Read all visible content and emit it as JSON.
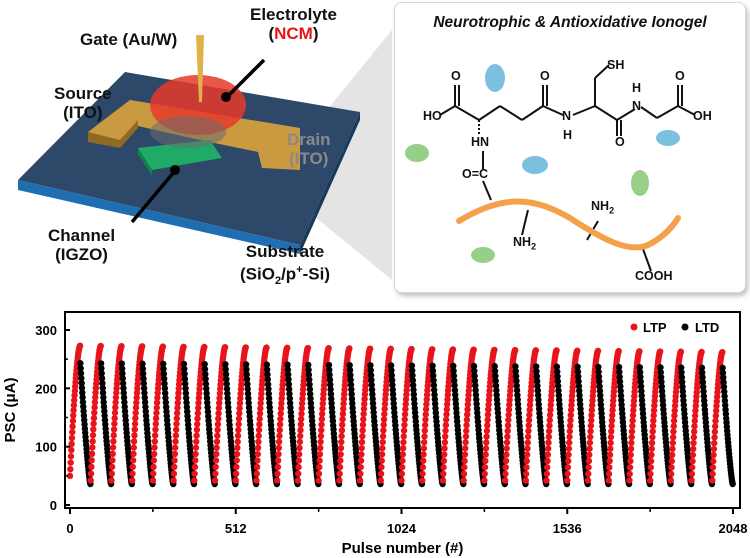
{
  "figure": {
    "device": {
      "labels": {
        "gate": "Gate (Au/W)",
        "electrolyte_line1": "Electrolyte",
        "electrolyte_paren_open": "(",
        "electrolyte_material": "NCM",
        "electrolyte_paren_close": ")",
        "source_line1": "Source",
        "source_line2": "(ITO)",
        "drain_line1": "Drain",
        "drain_line2": "(ITO)",
        "channel_line1": "Channel",
        "channel_line2": "(IGZO)",
        "substrate_line1": "Substrate",
        "substrate_line2_a": "(SiO",
        "substrate_line2_sub": "2",
        "substrate_line2_b": "/p",
        "substrate_line2_sup": "+",
        "substrate_line2_c": "-Si)"
      },
      "colors": {
        "ncm": "#e8141b",
        "substrate": "#2e4a70",
        "electrode": "#c89a42",
        "channel": "#1fae6a",
        "droplet": "#e43a2a"
      }
    },
    "inset": {
      "title": "Neurotrophic & Antioxidative Ionogel",
      "chem": {
        "ho_left": "HO",
        "oh_right": "OH",
        "o1": "O",
        "o2": "O",
        "o3": "O",
        "o4": "O",
        "sh": "SH",
        "hn": "HN",
        "n1": "N",
        "h1": "H",
        "n2": "N",
        "h2": "H",
        "oc": "O=C",
        "nh2_a": "NH",
        "nh2_a_sub": "2",
        "nh2_b": "NH",
        "nh2_b_sub": "2",
        "cooh": "COOH"
      },
      "backbone_color": "#f5a04a"
    }
  },
  "chart_data": {
    "type": "scatter",
    "title": "",
    "xlabel": "Pulse number (#)",
    "ylabel": "PSC (μA)",
    "xlim": [
      0,
      2048
    ],
    "ylim": [
      0,
      330
    ],
    "xticks": [
      0,
      512,
      1024,
      1536,
      2048
    ],
    "xticks_minor": [
      256,
      768,
      1280,
      1792
    ],
    "yticks": [
      0,
      100,
      200,
      300
    ],
    "yticks_minor": [
      50,
      150,
      250
    ],
    "grid": false,
    "legend": {
      "placement": "top-right",
      "entries": [
        {
          "name": "LTP",
          "color": "#e8141b"
        },
        {
          "name": "LTD",
          "color": "#000000"
        }
      ]
    },
    "cycles": 32,
    "pulses_per_phase": 32,
    "series": [
      {
        "name": "LTP",
        "color": "#e8141b",
        "description": "potentiation: rises from ~50 to ~273 μA over 32 pulses each cycle",
        "start_value": 50,
        "end_value": 273,
        "first_cycle_start": 50,
        "later_cycle_start": 42,
        "late_cycle_end": 262
      },
      {
        "name": "LTD",
        "color": "#000000",
        "description": "depression: falls from ~243 to ~36 μA over 32 pulses each cycle",
        "start_value": 243,
        "end_value": 36
      }
    ]
  }
}
